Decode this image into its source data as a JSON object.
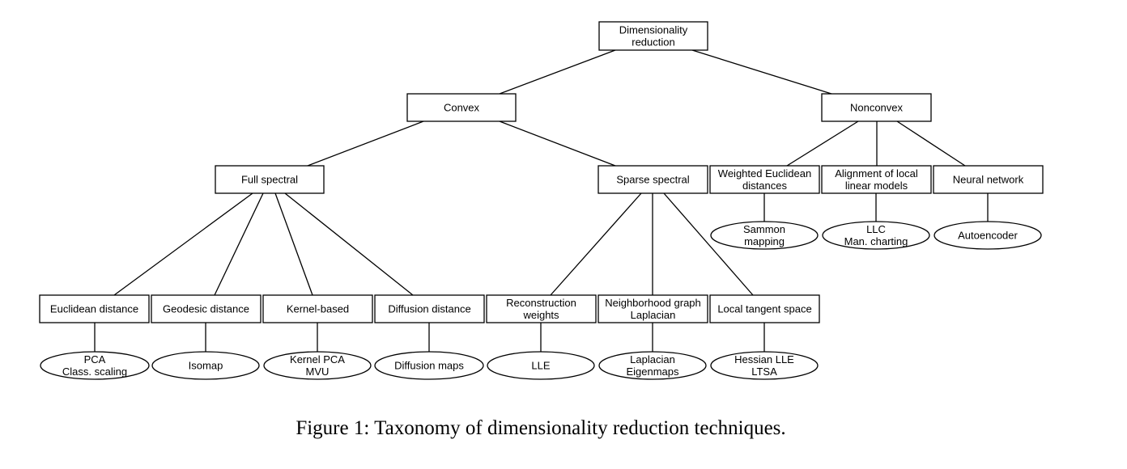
{
  "diagram": {
    "nodes": {
      "root": [
        "Dimensionality",
        "reduction"
      ],
      "convex": [
        "Convex"
      ],
      "nonconvex": [
        "Nonconvex"
      ],
      "full_spectral": [
        "Full spectral"
      ],
      "sparse_spectral": [
        "Sparse spectral"
      ],
      "weighted_euclidean": [
        "Weighted Euclidean",
        "distances"
      ],
      "alignment": [
        "Alignment of local",
        "linear models"
      ],
      "neural_network": [
        "Neural network"
      ],
      "euclidean_distance": [
        "Euclidean distance"
      ],
      "geodesic_distance": [
        "Geodesic distance"
      ],
      "kernel_based": [
        "Kernel-based"
      ],
      "diffusion_distance": [
        "Diffusion distance"
      ],
      "reconstruction_weights": [
        "Reconstruction",
        "weights"
      ],
      "neighborhood_graph": [
        "Neighborhood graph",
        "Laplacian"
      ],
      "local_tangent": [
        "Local tangent space"
      ]
    },
    "leaves": {
      "sammon": [
        "Sammon",
        "mapping"
      ],
      "llc": [
        "LLC",
        "Man. charting"
      ],
      "autoencoder": [
        "Autoencoder"
      ],
      "pca": [
        "PCA",
        "Class. scaling"
      ],
      "isomap": [
        "Isomap"
      ],
      "kernel_pca": [
        "Kernel PCA",
        "MVU"
      ],
      "diffusion_maps": [
        "Diffusion maps"
      ],
      "lle": [
        "LLE"
      ],
      "laplacian_eigenmaps": [
        "Laplacian",
        "Eigenmaps"
      ],
      "hessian_lle": [
        "Hessian LLE",
        "LTSA"
      ]
    },
    "edges": [
      [
        "root",
        "convex"
      ],
      [
        "root",
        "nonconvex"
      ],
      [
        "convex",
        "full_spectral"
      ],
      [
        "convex",
        "sparse_spectral"
      ],
      [
        "nonconvex",
        "weighted_euclidean"
      ],
      [
        "nonconvex",
        "alignment"
      ],
      [
        "nonconvex",
        "neural_network"
      ],
      [
        "weighted_euclidean",
        "sammon"
      ],
      [
        "alignment",
        "llc"
      ],
      [
        "neural_network",
        "autoencoder"
      ],
      [
        "full_spectral",
        "euclidean_distance"
      ],
      [
        "full_spectral",
        "geodesic_distance"
      ],
      [
        "full_spectral",
        "kernel_based"
      ],
      [
        "full_spectral",
        "diffusion_distance"
      ],
      [
        "sparse_spectral",
        "reconstruction_weights"
      ],
      [
        "sparse_spectral",
        "neighborhood_graph"
      ],
      [
        "sparse_spectral",
        "local_tangent"
      ],
      [
        "euclidean_distance",
        "pca"
      ],
      [
        "geodesic_distance",
        "isomap"
      ],
      [
        "kernel_based",
        "kernel_pca"
      ],
      [
        "diffusion_distance",
        "diffusion_maps"
      ],
      [
        "reconstruction_weights",
        "lle"
      ],
      [
        "neighborhood_graph",
        "laplacian_eigenmaps"
      ],
      [
        "local_tangent",
        "hessian_lle"
      ]
    ]
  },
  "caption": "Figure 1: Taxonomy of dimensionality reduction techniques."
}
